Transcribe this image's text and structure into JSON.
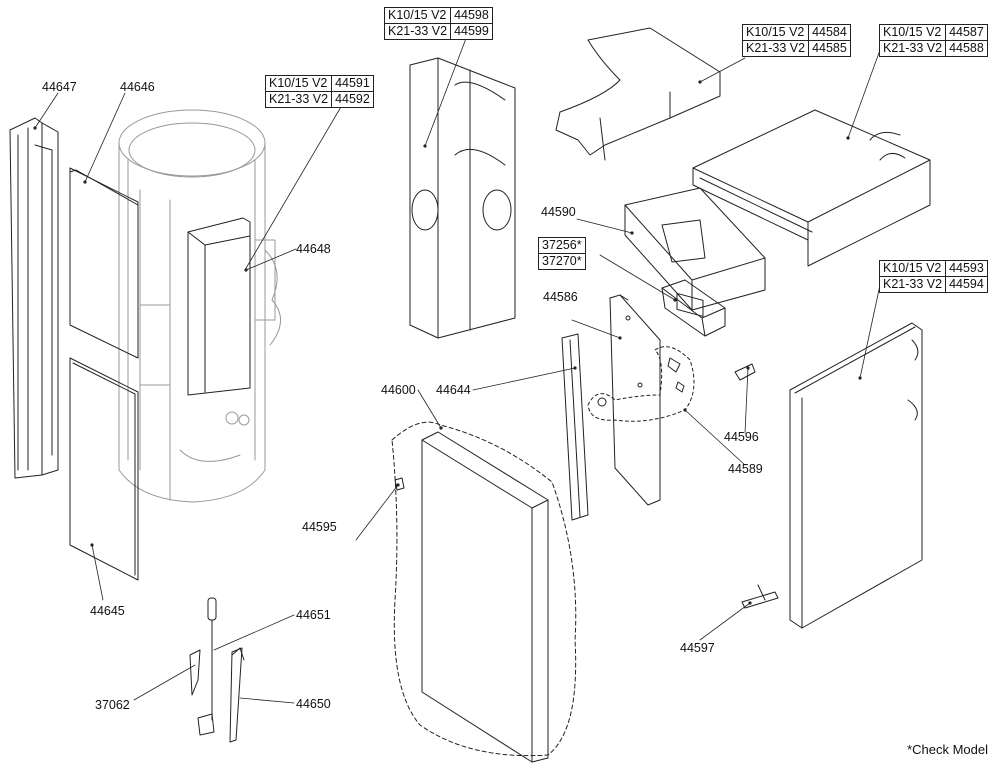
{
  "labels": {
    "p44647": "44647",
    "p44646": "44646",
    "p44648": "44648",
    "p44645": "44645",
    "p44651": "44651",
    "p37062": "37062",
    "p44650": "44650",
    "p44595": "44595",
    "p44600": "44600",
    "p44644": "44644",
    "p44586": "44586",
    "p44590": "44590",
    "p37256": "37256*",
    "p37270": "37270*",
    "p44596": "44596",
    "p44589": "44589",
    "p44597": "44597"
  },
  "tables": {
    "back_panel": [
      {
        "model": "K10/15 V2",
        "part": "44598"
      },
      {
        "model": "K21-33 V2",
        "part": "44599"
      }
    ],
    "side_panel": [
      {
        "model": "K10/15 V2",
        "part": "44591"
      },
      {
        "model": "K21-33 V2",
        "part": "44592"
      }
    ],
    "top_frame": [
      {
        "model": "K10/15 V2",
        "part": "44584"
      },
      {
        "model": "K21-33 V2",
        "part": "44585"
      }
    ],
    "top_cover": [
      {
        "model": "K10/15 V2",
        "part": "44587"
      },
      {
        "model": "K21-33 V2",
        "part": "44588"
      }
    ],
    "right_door": [
      {
        "model": "K10/15 V2",
        "part": "44593"
      },
      {
        "model": "K21-33 V2",
        "part": "44594"
      }
    ]
  },
  "footnote": "*Check Model"
}
